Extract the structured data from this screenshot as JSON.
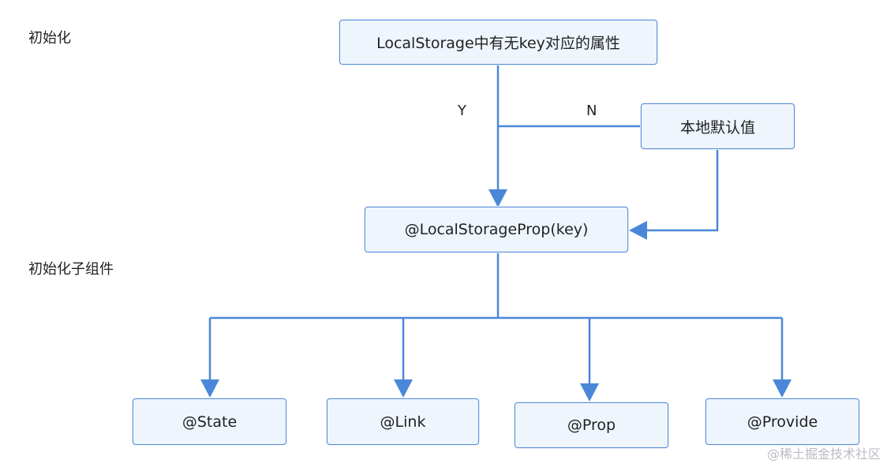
{
  "labels": {
    "init": "初始化",
    "init_child": "初始化子组件",
    "yes": "Y",
    "no": "N"
  },
  "nodes": {
    "check": "LocalStorage中有无key对应的属性",
    "default": "本地默认值",
    "prop": "@LocalStorageProp(key)",
    "state": "@State",
    "link": "@Link",
    "child_prop": "@Prop",
    "provide": "@Provide"
  },
  "edges": [
    {
      "from": "check",
      "to": "prop",
      "label": "Y"
    },
    {
      "from": "check",
      "to": "default",
      "label": "N"
    },
    {
      "from": "default",
      "to": "prop"
    },
    {
      "from": "prop",
      "to": "state"
    },
    {
      "from": "prop",
      "to": "link"
    },
    {
      "from": "prop",
      "to": "child_prop"
    },
    {
      "from": "prop",
      "to": "provide"
    }
  ],
  "watermark": "@稀土掘金技术社区",
  "colors": {
    "edge": "#4a87d8",
    "node_border": "#5b8fd6",
    "node_fill": "#eef5fd"
  }
}
